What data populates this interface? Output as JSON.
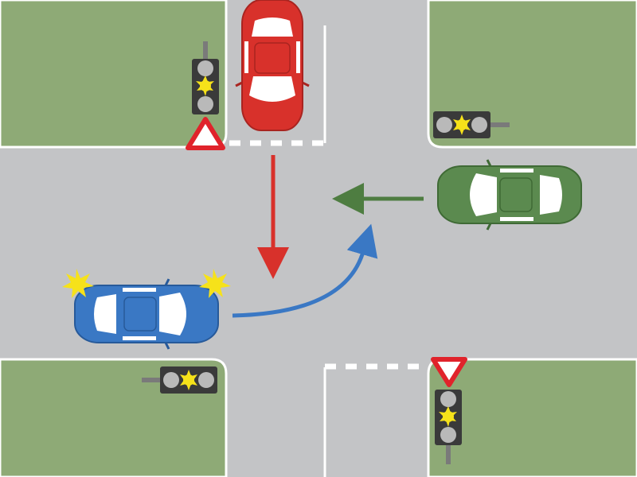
{
  "scene": {
    "colors": {
      "grass": "#8eaa76",
      "road": "#c3c4c6",
      "curb": "#ffffff",
      "signal_housing": "#3a3a3a",
      "signal_lamp_off": "#b9b9b9",
      "signal_lamp_flashing": "#f6e21a",
      "yield_sign_border": "#e0232b",
      "yield_sign_fill": "#ffffff"
    },
    "traffic_signals": [
      {
        "id": "north-west",
        "state": "flashing-yellow",
        "orientation": "vertical"
      },
      {
        "id": "north-east",
        "state": "flashing-yellow",
        "orientation": "horizontal"
      },
      {
        "id": "south-west",
        "state": "flashing-yellow",
        "orientation": "horizontal"
      },
      {
        "id": "south-east",
        "state": "flashing-yellow",
        "orientation": "vertical"
      }
    ],
    "yield_signs": [
      {
        "id": "north-approach",
        "icon": "yield-sign-icon"
      },
      {
        "id": "south-approach",
        "icon": "yield-sign-icon"
      }
    ],
    "vehicles": [
      {
        "id": "red-car",
        "color": "#d8312b",
        "approach": "north",
        "heading": "south",
        "maneuver": "straight"
      },
      {
        "id": "green-car",
        "color": "#5b8a4f",
        "approach": "east",
        "heading": "west",
        "maneuver": "straight"
      },
      {
        "id": "blue-car",
        "color": "#3a78c4",
        "approach": "west",
        "heading": "north",
        "maneuver": "left-turn",
        "indicators": "hazard-flashing"
      }
    ],
    "arrows": [
      {
        "vehicle": "red-car",
        "color": "#d8312b",
        "type": "straight"
      },
      {
        "vehicle": "green-car",
        "color": "#4e7d41",
        "type": "straight"
      },
      {
        "vehicle": "blue-car",
        "color": "#3a78c4",
        "type": "curved-left"
      }
    ]
  }
}
